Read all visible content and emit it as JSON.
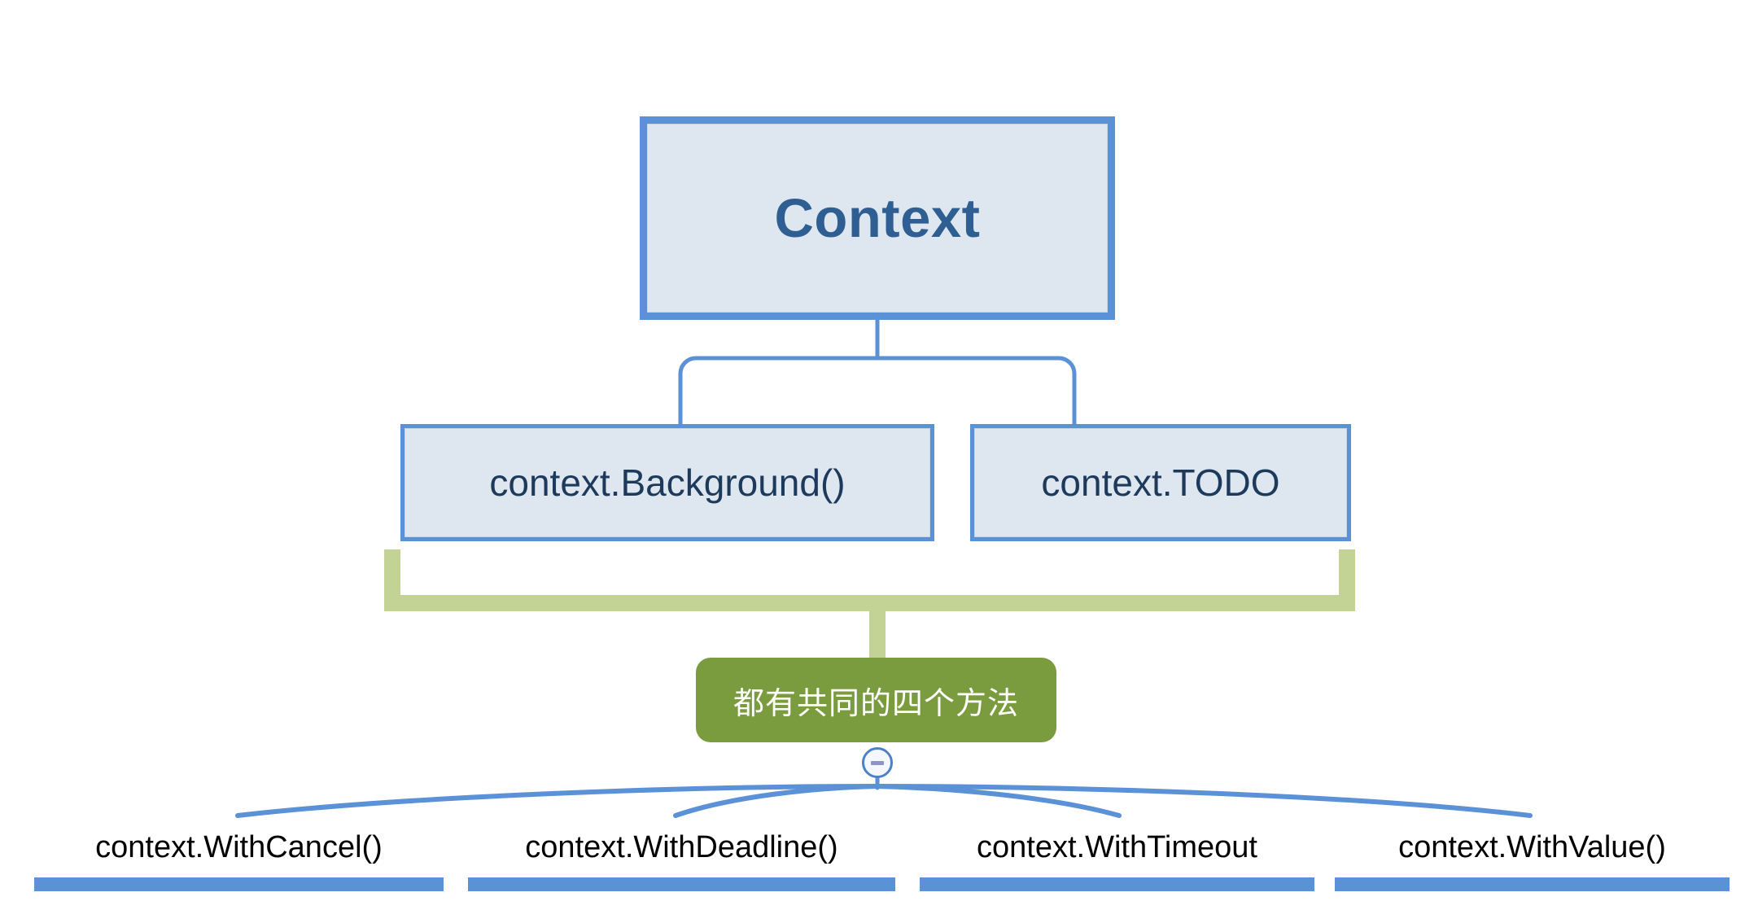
{
  "diagram": {
    "title": "Context",
    "background_color": "#ffffff",
    "accent_blue": "#5b91d6",
    "accent_blue_dark": "#2f5f92",
    "node_fill": "#dee6ef",
    "accent_green": "#7b9b3f",
    "bracket_green": "#c3d396",
    "leaf_text_color": "#000000"
  },
  "root": {
    "label": "Context"
  },
  "constructors": [
    {
      "label": "context.Background()"
    },
    {
      "label": "context.TODO"
    }
  ],
  "common": {
    "label": "都有共同的四个方法"
  },
  "methods": [
    {
      "label": "context.WithCancel()"
    },
    {
      "label": "context.WithDeadline()"
    },
    {
      "label": "context.WithTimeout"
    },
    {
      "label": "context.WithValue()"
    }
  ],
  "controls": {
    "collapse_icon": "minus-icon"
  }
}
